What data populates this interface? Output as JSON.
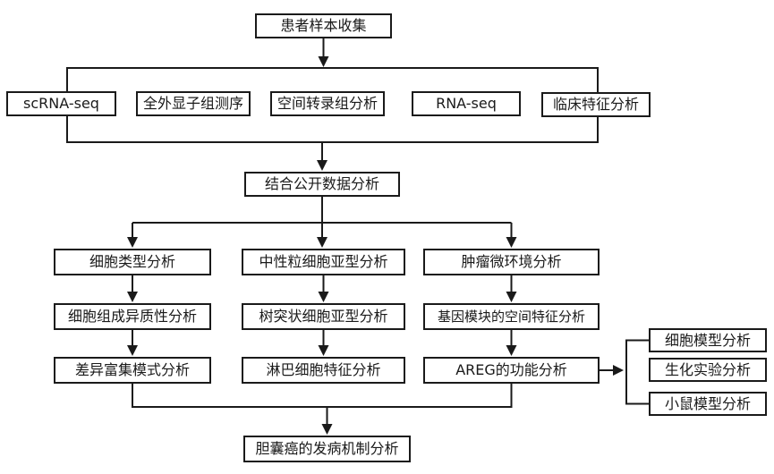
{
  "flow": {
    "top": {
      "label": "患者样本收集"
    },
    "sources": [
      {
        "label": "scRNA-seq"
      },
      {
        "label": "全外显子组测序"
      },
      {
        "label": "空间转录组分析"
      },
      {
        "label": "RNA-seq"
      },
      {
        "label": "临床特征分析"
      }
    ],
    "combine": {
      "label": "结合公开数据分析"
    },
    "columns": [
      {
        "steps": [
          "细胞类型分析",
          "细胞组成异质性分析",
          "差异富集模式分析"
        ]
      },
      {
        "steps": [
          "中性粒细胞亚型分析",
          "树突状细胞亚型分析",
          "淋巴细胞特征分析"
        ]
      },
      {
        "steps": [
          "肿瘤微环境分析",
          "基因模块的空间特征分析",
          "AREG的功能分析"
        ]
      }
    ],
    "validation": [
      {
        "label": "细胞模型分析"
      },
      {
        "label": "生化实验分析"
      },
      {
        "label": "小鼠模型分析"
      }
    ],
    "bottom": {
      "label": "胆囊癌的发病机制分析"
    }
  },
  "colors": {
    "line": "#1a1a1a",
    "box_border": "#1a1a1a",
    "box_bg": "#ffffff",
    "text": "#1a1a1a"
  }
}
